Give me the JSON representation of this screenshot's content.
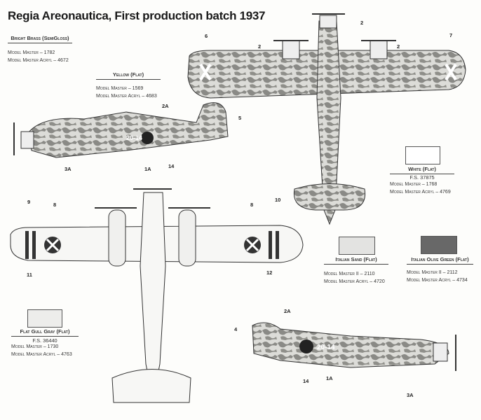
{
  "title": "Regia Areonautica, First production batch 1937",
  "paints": [
    {
      "name": "Bright Brass (SemiGloss)",
      "fs": null,
      "lines": [
        "Model Master – 1782",
        "Model Master Acryl – 4672"
      ],
      "color": null
    },
    {
      "name": "Yellow (Flat)",
      "fs": null,
      "lines": [
        "Model Master – 1569",
        "Model Master Acryl – 4683"
      ],
      "color": null
    },
    {
      "name": "White (Flat)",
      "fs": "F.S. 37875",
      "lines": [
        "Model Master – 1768",
        "Model Master Acryl – 4769"
      ],
      "color": "#ffffff"
    },
    {
      "name": "Italian Sand (Flat)",
      "fs": null,
      "lines": [
        "Model Master II – 2110",
        "Model Master Acryl – 4720"
      ],
      "color": "#e3e3e1"
    },
    {
      "name": "Italian Olive Green (Flat)",
      "fs": null,
      "lines": [
        "Model Master II – 2112",
        "Model Master Acryl – 4734"
      ],
      "color": "#686868"
    },
    {
      "name": "Flat Gull Gray (Flat)",
      "fs": "F.S. 36440",
      "lines": [
        "Model Master – 1730",
        "Model Master Acryl – 4763"
      ],
      "color": "#ededeb"
    }
  ],
  "callouts": {
    "top_view": [
      "6",
      "2",
      "2",
      "2",
      "7"
    ],
    "side_view_left": [
      "2A",
      "5",
      "1A",
      "14",
      "3A"
    ],
    "bottom_view": [
      "9",
      "8",
      "8",
      "10",
      "11",
      "12"
    ],
    "side_view_right": [
      "2A",
      "4",
      "14",
      "1A",
      "3A"
    ]
  },
  "fuselage_code": "20-14"
}
